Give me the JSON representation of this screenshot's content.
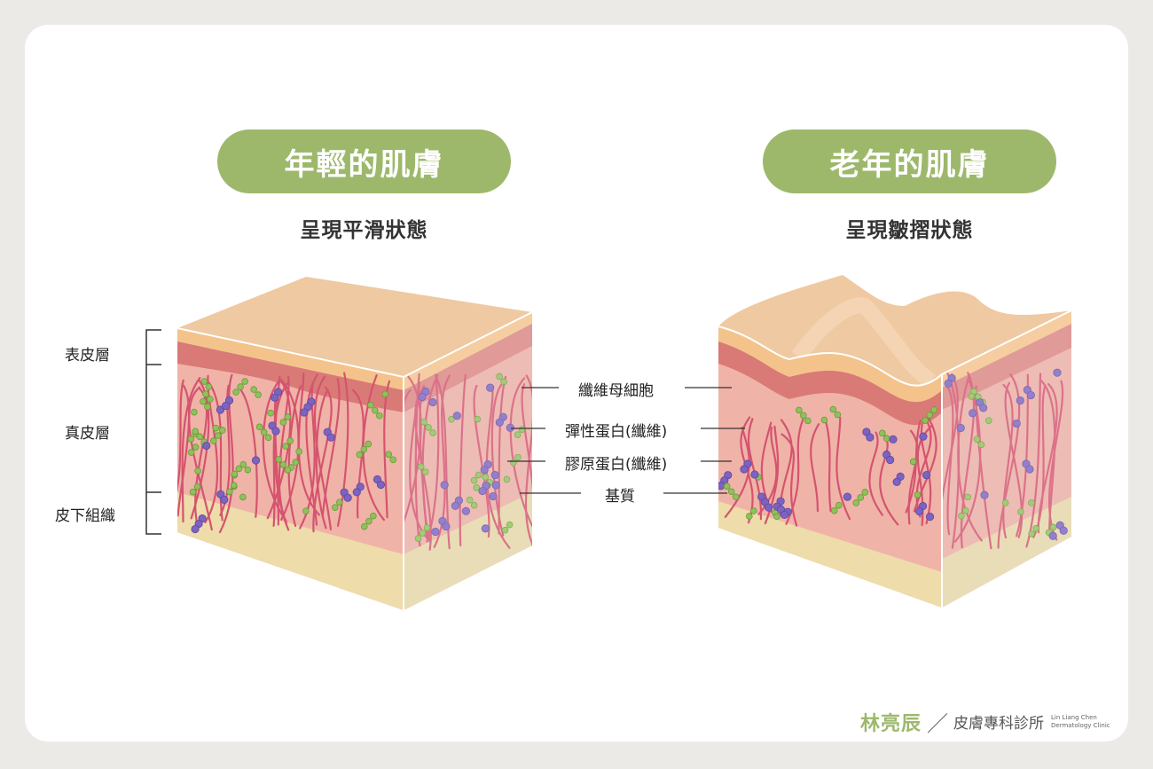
{
  "left_title": "年輕的肌膚",
  "left_subtitle": "呈現平滑狀態",
  "right_title": "老年的肌膚",
  "right_subtitle": "呈現皺摺狀態",
  "layers": {
    "epidermis": "表皮層",
    "dermis": "真皮層",
    "subcutis": "皮下組織"
  },
  "callouts": {
    "fibroblast": "纖維母細胞",
    "elastin": "彈性蛋白(纖維)",
    "collagen": "膠原蛋白(纖維)",
    "matrix": "基質"
  },
  "brand": {
    "name": "林亮辰",
    "clinic": "皮膚專科診所",
    "en_line1": "Lin Liang Chen",
    "en_line2": "Dermatology Clinic"
  },
  "colors": {
    "accent": "#9db86b",
    "epidermis_top": "#efc9a1",
    "epidermis_band": "#f4c38c",
    "dermis_dark": "#d97a76",
    "dermis": "#f0b3a8",
    "fat": "#eedcaa",
    "fiber": "#d4546f",
    "elastin_dot": "#8fc15a",
    "fibroblast_dot": "#7c63c0"
  }
}
